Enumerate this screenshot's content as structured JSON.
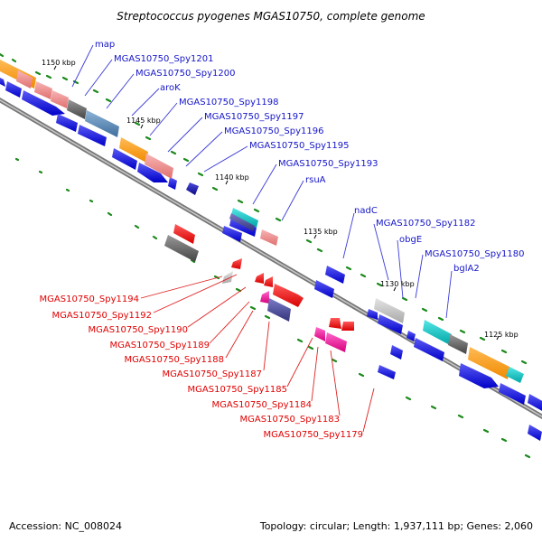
{
  "title": "Streptococcus pyogenes MGAS10750, complete genome",
  "footer": {
    "accession": "Accession: NC_008024",
    "summary": "Topology: circular; Length: 1,937,111 bp; Genes: 2,060"
  },
  "ticks": [
    "1150 kbp",
    "1145 kbp",
    "1140 kbp",
    "1135 kbp",
    "1130 kbp",
    "1125 kbp"
  ],
  "labels_forward": [
    "map",
    "MGAS10750_Spy1201",
    "MGAS10750_Spy1200",
    "aroK",
    "MGAS10750_Spy1198",
    "MGAS10750_Spy1197",
    "MGAS10750_Spy1196",
    "MGAS10750_Spy1195",
    "MGAS10750_Spy1193",
    "rsuA",
    "nadC",
    "MGAS10750_Spy1182",
    "obgE",
    "MGAS10750_Spy1180",
    "bglA2"
  ],
  "labels_reverse": [
    "MGAS10750_Spy1194",
    "MGAS10750_Spy1192",
    "MGAS10750_Spy1190",
    "MGAS10750_Spy1189",
    "MGAS10750_Spy1188",
    "MGAS10750_Spy1187",
    "MGAS10750_Spy1185",
    "MGAS10750_Spy1184",
    "MGAS10750_Spy1183",
    "MGAS10750_Spy1179"
  ],
  "colors": {
    "forward_label": "#1515c8",
    "reverse_label": "#e00000",
    "forward_cds": "#0a0adc",
    "reverse_cds": "#ee0000",
    "backbone": "#777777",
    "gc_skew": "#1a8a1a"
  }
}
